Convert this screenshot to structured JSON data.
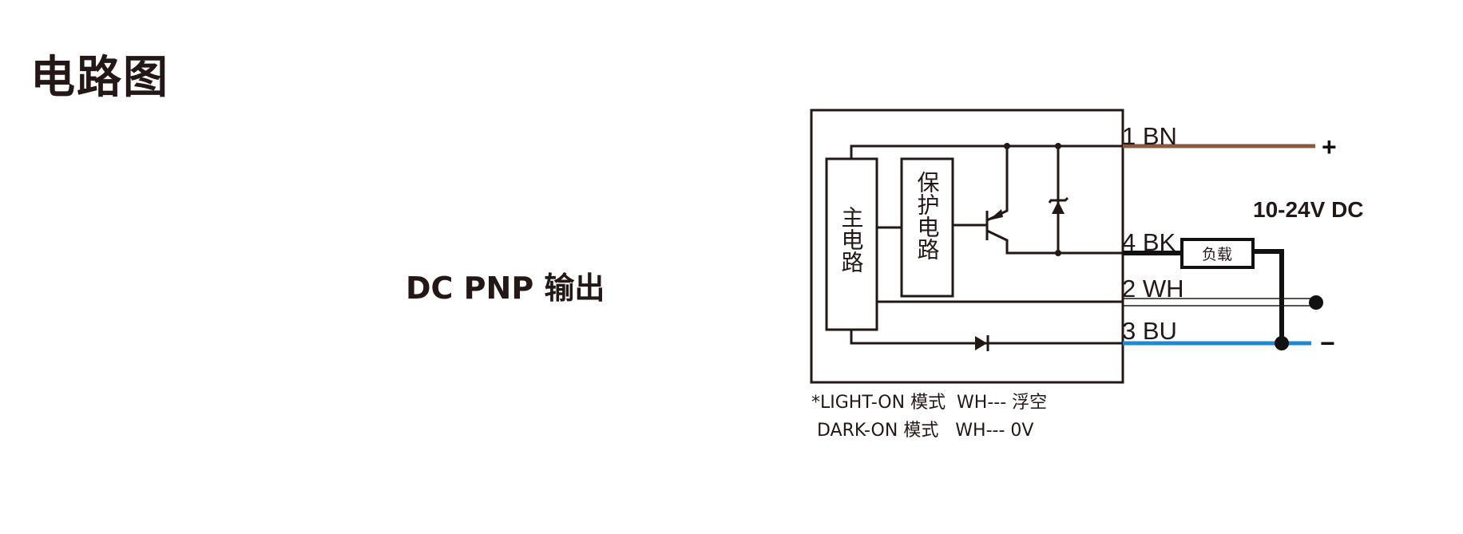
{
  "page": {
    "title": "电路图",
    "subtitle": "DC PNP 输出"
  },
  "circuit": {
    "main_circuit_label": "主电路",
    "protection_circuit_label": "保护电路",
    "load_label": "负载",
    "supply_voltage": "10-24V DC",
    "plus_sign": "+",
    "minus_sign": "−",
    "wires": [
      {
        "label": "1 BN",
        "color": "#8B5A3C"
      },
      {
        "label": "4 BK",
        "color": "#111111"
      },
      {
        "label": "2 WH",
        "color": "#ffffff"
      },
      {
        "label": "3 BU",
        "color": "#1E88D0"
      }
    ],
    "notes": [
      "*LIGHT-ON 模式  WH--- 浮空",
      " DARK-ON 模式   WH--- 0V"
    ]
  }
}
